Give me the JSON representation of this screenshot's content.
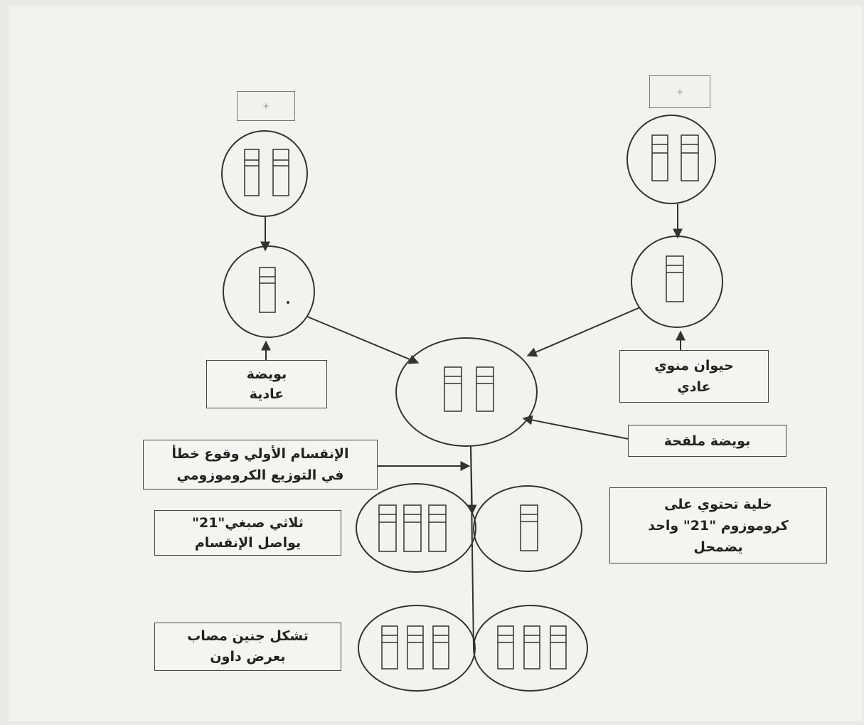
{
  "diagram": {
    "labels": {
      "normal_egg": [
        "بويضة",
        "عادية"
      ],
      "normal_sperm": [
        "حيوان منوي",
        "عادي"
      ],
      "fertilized_egg": "بويضة ملقحة",
      "division_error": [
        "الإنقسام الأولي وقوع خطأ",
        "في التوزيع الكروموزومي"
      ],
      "trisomy": [
        "ثلاثي صبغي\"21\"",
        "يواصل الإنقسام"
      ],
      "monosomy": [
        "خلية تحتوي على",
        "كروموزوم \"21\" واحد",
        "يضمحل"
      ],
      "embryo": [
        "تشكل جنين مصاب",
        "بعرض داون"
      ]
    },
    "parent_marks": {
      "mother": "+",
      "father": "+"
    },
    "colors": {
      "ink": "#333333",
      "paper": "#f2f2f0",
      "background": "#e9e9e7"
    }
  }
}
